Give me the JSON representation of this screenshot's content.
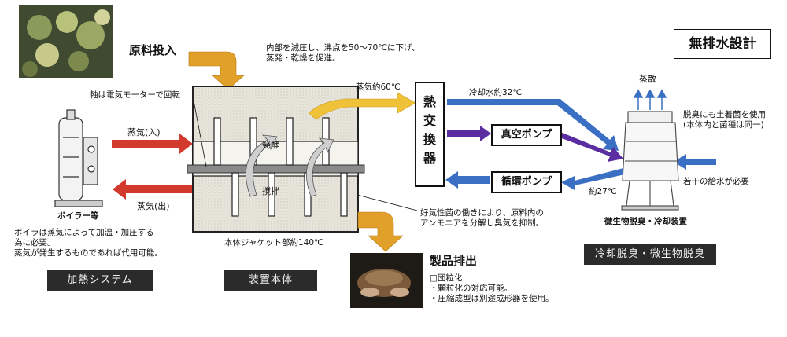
{
  "title_box": "無排水設計",
  "heating": {
    "boiler_label": "ボイラー等",
    "steam_in": "蒸気(入)",
    "steam_out": "蒸気(出)",
    "note_lines": [
      "ボイラは蒸気によって加温・加圧する",
      "為に必要。",
      "蒸気が発生するものであれば代用可能。"
    ],
    "section_label": "加熱システム"
  },
  "main": {
    "raw_input": "原料投入",
    "pressure_note_lines": [
      "内部を減圧し、沸点を50～70℃に下げ、",
      "蒸発・乾燥を促進。"
    ],
    "shaft_note": "軸は電気モーターで回転",
    "ferment": "発酵",
    "stir": "撹拌",
    "jacket_temp": "本体ジャケット部約140℃",
    "section_label": "装置本体",
    "bacteria_note_lines": [
      "好気性菌の働きにより、原料内の",
      "アンモニアを分解し臭気を抑制。"
    ]
  },
  "heat_exchanger": {
    "label_chars": [
      "熱",
      "交",
      "換",
      "器"
    ],
    "steam_temp": "蒸気約60℃",
    "cooling_water": "冷却水約32℃",
    "vacuum_pump": "真空ポンプ",
    "circulation_pump": "循環ポンプ",
    "return_temp": "約27℃"
  },
  "cooling": {
    "evaporation": "蒸散",
    "deodor_note_lines": [
      "脱臭にも土着菌を使用",
      "(本体内と菌種は同一)"
    ],
    "water_supply": "若干の給水が必要",
    "unit_label": "微生物脱臭・冷却装置",
    "section_label": "冷却脱臭・微生物脱臭"
  },
  "product": {
    "title": "製品排出",
    "lines": [
      "□団粒化",
      "・顆粒化の対応可能。",
      "・圧縮成型は別途成形器を使用。"
    ]
  },
  "colors": {
    "steam_red": "#d23a2e",
    "cool_blue": "#3a6fc4",
    "vacuum_purple": "#5a2ea0",
    "input_orange": "#e0a02a",
    "vapor_yellow": "#f0c23a",
    "tank_fill": "#e8e6dc",
    "section_dark": "#2b2b2b"
  }
}
